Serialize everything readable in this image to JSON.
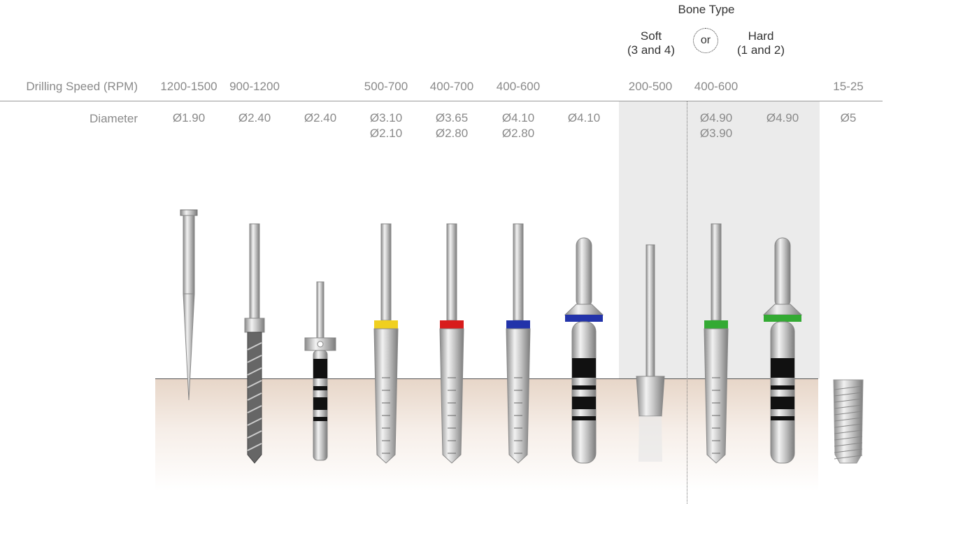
{
  "bone_type": {
    "title": "Bone Type",
    "soft": "Soft",
    "soft_sub": "(3 and 4)",
    "or": "or",
    "hard": "Hard",
    "hard_sub": "(1 and 2)"
  },
  "row_labels": {
    "speed": "Drilling Speed (RPM)",
    "diameter": "Diameter"
  },
  "columns": [
    {
      "speed": "1200-1500",
      "d1": "Ø1.90",
      "d2": "",
      "type": "pilot"
    },
    {
      "speed": "900-1200",
      "d1": "Ø2.40",
      "d2": "",
      "type": "twist"
    },
    {
      "speed": "",
      "d1": "Ø2.40",
      "d2": "",
      "type": "pin"
    },
    {
      "speed": "500-700",
      "d1": "Ø3.10",
      "d2": "Ø2.10",
      "type": "drill",
      "band": "#f0d020"
    },
    {
      "speed": "400-700",
      "d1": "Ø3.65",
      "d2": "Ø2.80",
      "type": "drill",
      "band": "#d81c1c"
    },
    {
      "speed": "400-600",
      "d1": "Ø4.10",
      "d2": "Ø2.80",
      "type": "drill",
      "band": "#2233aa"
    },
    {
      "speed": "",
      "d1": "Ø4.10",
      "d2": "",
      "type": "tap",
      "band": "#2233aa"
    },
    {
      "speed": "200-500",
      "d1": "",
      "d2": "",
      "type": "countersink"
    },
    {
      "speed": "400-600",
      "d1": "Ø4.90",
      "d2": "Ø3.90",
      "type": "drill",
      "band": "#33aa33"
    },
    {
      "speed": "",
      "d1": "Ø4.90",
      "d2": "",
      "type": "tap",
      "band": "#33aa33"
    },
    {
      "speed": "15-25",
      "d1": "Ø5",
      "d2": "",
      "type": "implant"
    }
  ]
}
